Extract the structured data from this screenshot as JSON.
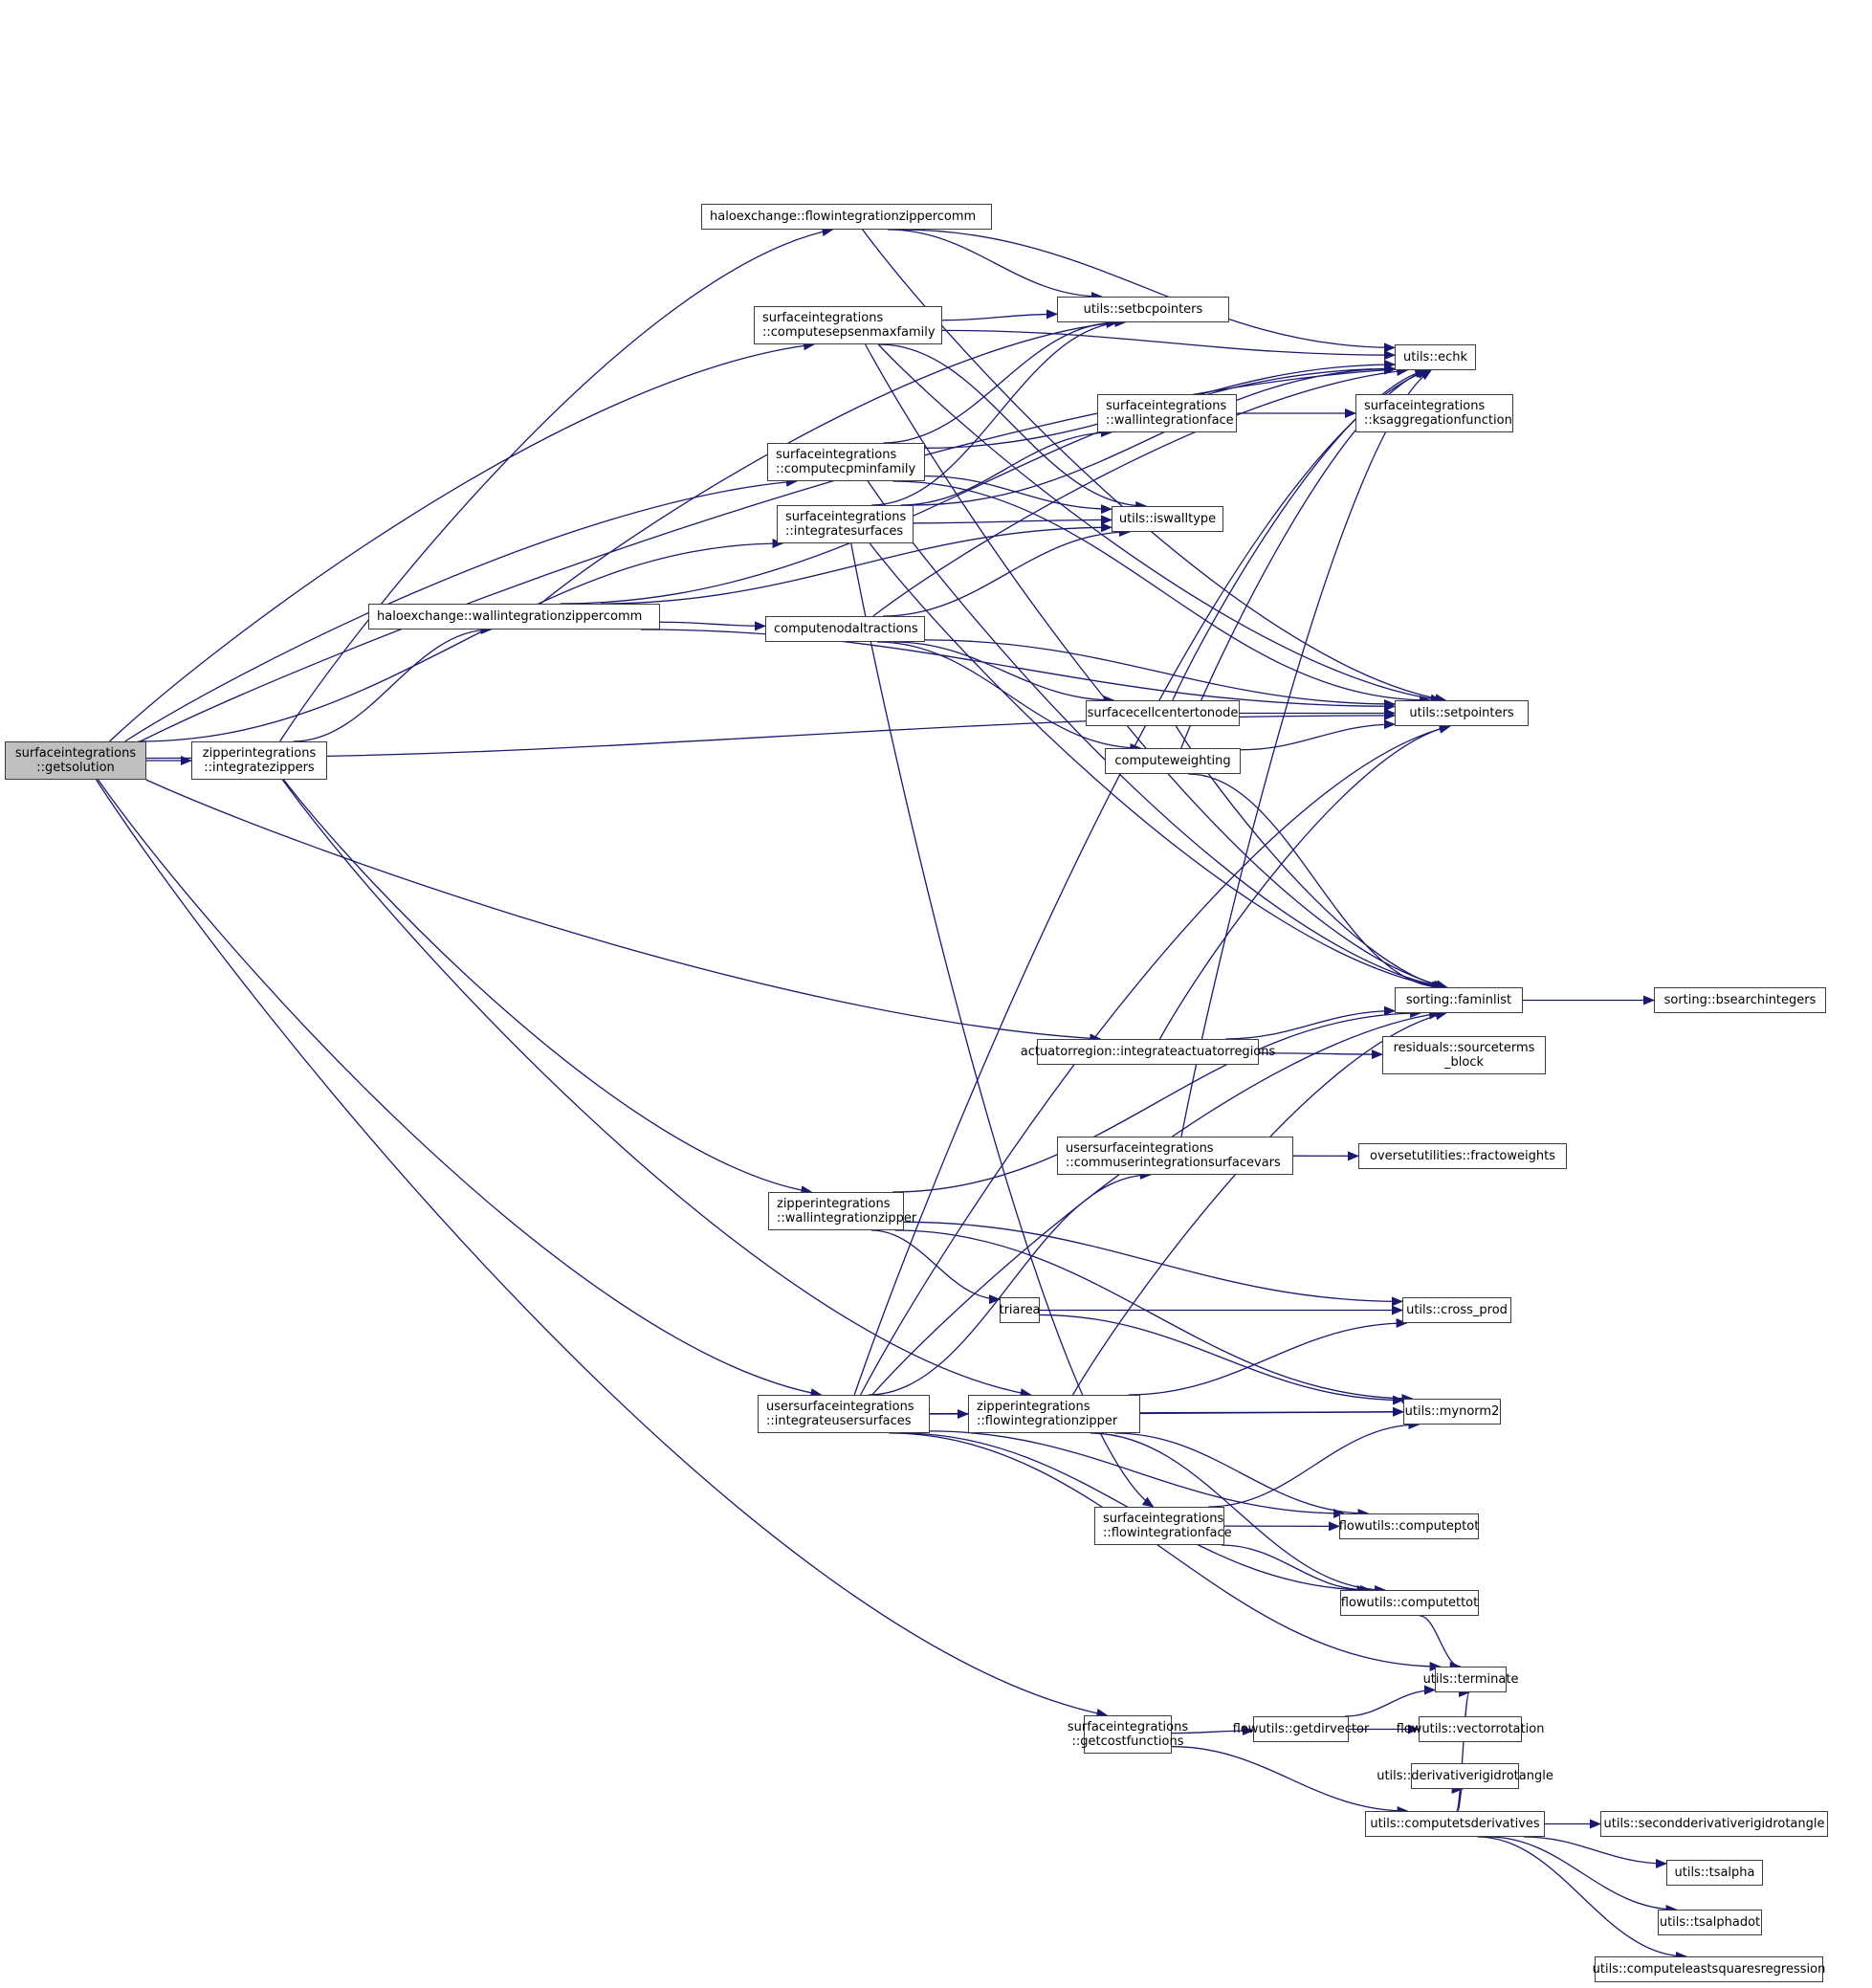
{
  "graph": {
    "type": "call-graph",
    "edge_color": "#191970",
    "root_fill": "#bfbfbf",
    "nodes": [
      {
        "id": "getsolution",
        "lines": [
          "surfaceintegrations",
          "::getsolution"
        ],
        "root": true
      },
      {
        "id": "integratezippers",
        "lines": [
          "zipperintegrations",
          "::integratezippers"
        ]
      },
      {
        "id": "flowzippercomm",
        "lines": [
          "haloexchange::flowintegrationzippercomm"
        ]
      },
      {
        "id": "computesepsenmaxfamily",
        "lines": [
          "surfaceintegrations",
          "::computesepsenmaxfamily"
        ]
      },
      {
        "id": "computecpminfamily",
        "lines": [
          "surfaceintegrations",
          "::computecpminfamily"
        ]
      },
      {
        "id": "integratesurfaces",
        "lines": [
          "surfaceintegrations",
          "::integratesurfaces"
        ]
      },
      {
        "id": "wallzippercomm",
        "lines": [
          "haloexchange::wallintegrationzippercomm"
        ]
      },
      {
        "id": "computenodaltractions",
        "lines": [
          "computenodaltractions"
        ]
      },
      {
        "id": "setbcpointers",
        "lines": [
          "utils::setbcpointers"
        ]
      },
      {
        "id": "echk",
        "lines": [
          "utils::echk"
        ]
      },
      {
        "id": "wallintegrationface",
        "lines": [
          "surfaceintegrations",
          "::wallintegrationface"
        ]
      },
      {
        "id": "ksaggregationfunction",
        "lines": [
          "surfaceintegrations",
          "::ksaggregationfunction"
        ]
      },
      {
        "id": "iswalltype",
        "lines": [
          "utils::iswalltype"
        ]
      },
      {
        "id": "surfacecellcentertonode",
        "lines": [
          "surfacecellcentertonode"
        ]
      },
      {
        "id": "setpointers",
        "lines": [
          "utils::setpointers"
        ]
      },
      {
        "id": "computeweighting",
        "lines": [
          "computeweighting"
        ]
      },
      {
        "id": "faminlist",
        "lines": [
          "sorting::faminlist"
        ]
      },
      {
        "id": "bsearchintegers",
        "lines": [
          "sorting::bsearchintegers"
        ]
      },
      {
        "id": "integrateactuatorregions",
        "lines": [
          "actuatorregion::integrateactuatorregions"
        ]
      },
      {
        "id": "sourceterms_block",
        "lines": [
          "residuals::sourceterms",
          "_block"
        ]
      },
      {
        "id": "commuserintegrationsurfacevars",
        "lines": [
          "usersurfaceintegrations",
          "::commuserintegrationsurfacevars"
        ]
      },
      {
        "id": "fractoweights",
        "lines": [
          "oversetutilities::fractoweights"
        ]
      },
      {
        "id": "wallintegrationzipper",
        "lines": [
          "zipperintegrations",
          "::wallintegrationzipper"
        ]
      },
      {
        "id": "triarea",
        "lines": [
          "triarea"
        ]
      },
      {
        "id": "cross_prod",
        "lines": [
          "utils::cross_prod"
        ]
      },
      {
        "id": "integrateusersurfaces",
        "lines": [
          "usersurfaceintegrations",
          "::integrateusersurfaces"
        ]
      },
      {
        "id": "flowintegrationzipper",
        "lines": [
          "zipperintegrations",
          "::flowintegrationzipper"
        ]
      },
      {
        "id": "mynorm2",
        "lines": [
          "utils::mynorm2"
        ]
      },
      {
        "id": "flowintegrationface",
        "lines": [
          "surfaceintegrations",
          "::flowintegrationface"
        ]
      },
      {
        "id": "computeptot",
        "lines": [
          "flowutils::computeptot"
        ]
      },
      {
        "id": "computettot",
        "lines": [
          "flowutils::computettot"
        ]
      },
      {
        "id": "terminate",
        "lines": [
          "utils::terminate"
        ]
      },
      {
        "id": "getcostfunctions",
        "lines": [
          "surfaceintegrations",
          "::getcostfunctions"
        ]
      },
      {
        "id": "getdirvector",
        "lines": [
          "flowutils::getdirvector"
        ]
      },
      {
        "id": "vectorrotation",
        "lines": [
          "flowutils::vectorrotation"
        ]
      },
      {
        "id": "derivativerigidrotangle",
        "lines": [
          "utils::derivativerigidrotangle"
        ]
      },
      {
        "id": "computetsderivatives",
        "lines": [
          "utils::computetsderivatives"
        ]
      },
      {
        "id": "secondderivativerigidrotangle",
        "lines": [
          "utils::secondderivativerigidrotangle"
        ]
      },
      {
        "id": "tsalpha",
        "lines": [
          "utils::tsalpha"
        ]
      },
      {
        "id": "tsalphadot",
        "lines": [
          "utils::tsalphadot"
        ]
      },
      {
        "id": "computeleastsquaresregression",
        "lines": [
          "utils::computeleastsquaresregression"
        ]
      }
    ],
    "edges": [
      [
        "getsolution",
        "integratezippers"
      ],
      [
        "getsolution",
        "echk"
      ],
      [
        "getsolution",
        "computesepsenmaxfamily"
      ],
      [
        "getsolution",
        "computecpminfamily"
      ],
      [
        "getsolution",
        "integratesurfaces"
      ],
      [
        "getsolution",
        "setpointers"
      ],
      [
        "getsolution",
        "integrateactuatorregions"
      ],
      [
        "getsolution",
        "integrateusersurfaces"
      ],
      [
        "getsolution",
        "getcostfunctions"
      ],
      [
        "integratezippers",
        "flowzippercomm"
      ],
      [
        "integratezippers",
        "wallzippercomm"
      ],
      [
        "integratezippers",
        "wallintegrationzipper"
      ],
      [
        "integratezippers",
        "flowintegrationzipper"
      ],
      [
        "flowzippercomm",
        "echk"
      ],
      [
        "flowzippercomm",
        "setbcpointers"
      ],
      [
        "flowzippercomm",
        "setpointers"
      ],
      [
        "computesepsenmaxfamily",
        "setbcpointers"
      ],
      [
        "computesepsenmaxfamily",
        "echk"
      ],
      [
        "computesepsenmaxfamily",
        "iswalltype"
      ],
      [
        "computesepsenmaxfamily",
        "faminlist"
      ],
      [
        "computesepsenmaxfamily",
        "setpointers"
      ],
      [
        "computecpminfamily",
        "setbcpointers"
      ],
      [
        "computecpminfamily",
        "iswalltype"
      ],
      [
        "computecpminfamily",
        "setpointers"
      ],
      [
        "computecpminfamily",
        "faminlist"
      ],
      [
        "computecpminfamily",
        "echk"
      ],
      [
        "integratesurfaces",
        "wallintegrationface"
      ],
      [
        "integratesurfaces",
        "setbcpointers"
      ],
      [
        "integratesurfaces",
        "iswalltype"
      ],
      [
        "integratesurfaces",
        "faminlist"
      ],
      [
        "integratesurfaces",
        "flowintegrationface"
      ],
      [
        "integratesurfaces",
        "echk"
      ],
      [
        "wallzippercomm",
        "echk"
      ],
      [
        "wallzippercomm",
        "setbcpointers"
      ],
      [
        "wallzippercomm",
        "iswalltype"
      ],
      [
        "wallzippercomm",
        "computenodaltractions"
      ],
      [
        "wallzippercomm",
        "setpointers"
      ],
      [
        "computenodaltractions",
        "iswalltype"
      ],
      [
        "computenodaltractions",
        "echk"
      ],
      [
        "computenodaltractions",
        "setpointers"
      ],
      [
        "computenodaltractions",
        "surfacecellcentertonode"
      ],
      [
        "computenodaltractions",
        "computeweighting"
      ],
      [
        "wallintegrationface",
        "ksaggregationfunction"
      ],
      [
        "surfacecellcentertonode",
        "setpointers"
      ],
      [
        "surfacecellcentertonode",
        "echk"
      ],
      [
        "surfacecellcentertonode",
        "faminlist"
      ],
      [
        "computeweighting",
        "setpointers"
      ],
      [
        "computeweighting",
        "echk"
      ],
      [
        "computeweighting",
        "faminlist"
      ],
      [
        "faminlist",
        "bsearchintegers"
      ],
      [
        "integrateactuatorregions",
        "faminlist"
      ],
      [
        "integrateactuatorregions",
        "setpointers"
      ],
      [
        "integrateactuatorregions",
        "sourceterms_block"
      ],
      [
        "commuserintegrationsurfacevars",
        "fractoweights"
      ],
      [
        "commuserintegrationsurfacevars",
        "echk"
      ],
      [
        "wallintegrationzipper",
        "faminlist"
      ],
      [
        "wallintegrationzipper",
        "triarea"
      ],
      [
        "wallintegrationzipper",
        "cross_prod"
      ],
      [
        "wallintegrationzipper",
        "mynorm2"
      ],
      [
        "triarea",
        "cross_prod"
      ],
      [
        "triarea",
        "mynorm2"
      ],
      [
        "integrateusersurfaces",
        "commuserintegrationsurfacevars"
      ],
      [
        "integrateusersurfaces",
        "flowintegrationzipper"
      ],
      [
        "integrateusersurfaces",
        "mynorm2"
      ],
      [
        "integrateusersurfaces",
        "computeptot"
      ],
      [
        "integrateusersurfaces",
        "computettot"
      ],
      [
        "integrateusersurfaces",
        "terminate"
      ],
      [
        "integrateusersurfaces",
        "faminlist"
      ],
      [
        "integrateusersurfaces",
        "setpointers"
      ],
      [
        "integrateusersurfaces",
        "echk"
      ],
      [
        "flowintegrationzipper",
        "mynorm2"
      ],
      [
        "flowintegrationzipper",
        "cross_prod"
      ],
      [
        "flowintegrationzipper",
        "computeptot"
      ],
      [
        "flowintegrationzipper",
        "computettot"
      ],
      [
        "flowintegrationzipper",
        "faminlist"
      ],
      [
        "flowintegrationface",
        "computeptot"
      ],
      [
        "flowintegrationface",
        "computettot"
      ],
      [
        "flowintegrationface",
        "mynorm2"
      ],
      [
        "computettot",
        "terminate"
      ],
      [
        "getcostfunctions",
        "getdirvector"
      ],
      [
        "getcostfunctions",
        "computetsderivatives"
      ],
      [
        "getdirvector",
        "vectorrotation"
      ],
      [
        "getdirvector",
        "terminate"
      ],
      [
        "computetsderivatives",
        "terminate"
      ],
      [
        "computetsderivatives",
        "derivativerigidrotangle"
      ],
      [
        "computetsderivatives",
        "secondderivativerigidrotangle"
      ],
      [
        "computetsderivatives",
        "tsalpha"
      ],
      [
        "computetsderivatives",
        "tsalphadot"
      ],
      [
        "computetsderivatives",
        "computeleastsquaresregression"
      ]
    ]
  }
}
